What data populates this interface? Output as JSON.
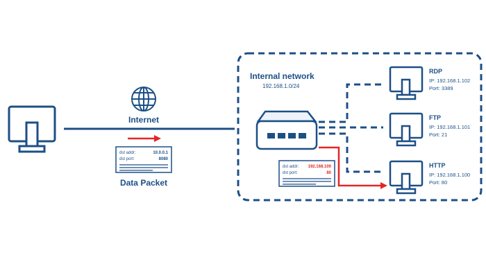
{
  "colors": {
    "primary": "#1c4f86",
    "highlight": "#e32626",
    "light": "#eef3f9"
  },
  "internet": {
    "label": "Internet",
    "icon": "globe-icon"
  },
  "packet_outside": {
    "caption": "Data Packet",
    "dst_addr_label": "dst addr:",
    "dst_addr_value": "10.0.0.1",
    "dst_port_label": "dst port:",
    "dst_port_value": "8080"
  },
  "internal_network": {
    "title": "Internal network",
    "subnet": "192.168.1.0/24"
  },
  "packet_inside": {
    "dst_addr_label": "dst addr:",
    "dst_addr_value": "192.168.100",
    "dst_port_label": "dst port:",
    "dst_port_value": "80"
  },
  "servers": [
    {
      "name": "RDP",
      "ip": "IP: 192.168.1.102",
      "port": "Port: 3389"
    },
    {
      "name": "FTP",
      "ip": "IP: 192.168.1.101",
      "port": "Port: 21"
    },
    {
      "name": "HTTP",
      "ip": "IP: 192.168.1.100",
      "port": "Port: 80"
    }
  ]
}
